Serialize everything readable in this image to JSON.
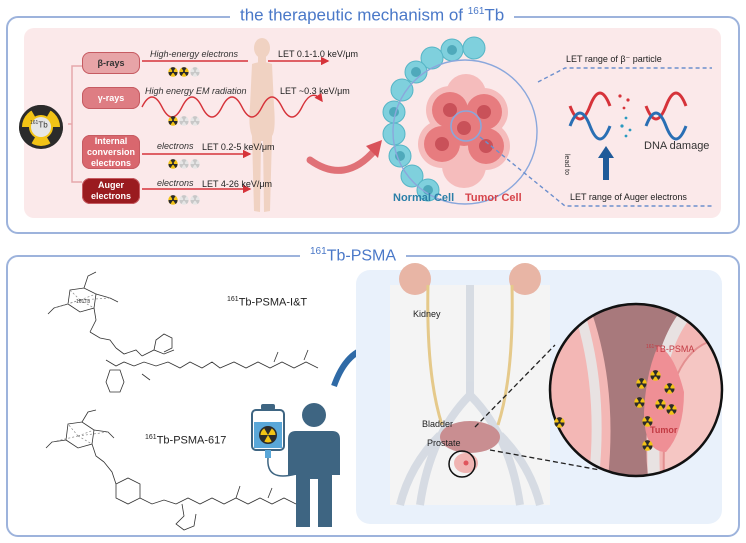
{
  "top_section": {
    "title_prefix": "the therapeutic mechanism of ",
    "title_sup": "161",
    "title_suffix": "Tb",
    "source_badge": {
      "sup": "161",
      "text": "Tb"
    },
    "emissions": [
      {
        "label": "β-rays",
        "particle": "High-energy electrons",
        "let": "LET 0.1-1.0 keV/μm",
        "radiation_level": 2,
        "radiation_max": 3
      },
      {
        "label": "γ-rays",
        "particle": "High energy EM radiation",
        "let": "LET ~0.3 keV/μm",
        "radiation_level": 1,
        "radiation_max": 3
      },
      {
        "label": "Internal conversion electrons",
        "particle": "electrons",
        "let": "LET 0.2-5 keV/μm",
        "radiation_level": 1,
        "radiation_max": 3
      },
      {
        "label": "Auger electrons",
        "particle": "electrons",
        "let": "LET 4-26 keV/μm",
        "radiation_level": 1,
        "radiation_max": 3
      }
    ],
    "cell_labels": {
      "normal": "Normal Cell",
      "tumor": "Tumor Cell"
    },
    "range_labels": {
      "beta": "LET range of β⁻ particle",
      "auger": "LET range of Auger electrons"
    },
    "dna": {
      "arrow_label": "lead to",
      "result": "DNA damage"
    }
  },
  "bottom_section": {
    "title_sup": "161",
    "title_text": "Tb-PSMA",
    "compounds": [
      {
        "sup": "161",
        "name": "Tb-PSMA-I&T"
      },
      {
        "sup": "161",
        "name": "Tb-PSMA-617"
      }
    ],
    "chelate_label": "161Tb",
    "anatomy_labels": {
      "kidney": "Kidney",
      "bladder": "Bladder",
      "prostate": "Prostate"
    },
    "zoom_labels": {
      "agent_sup": "161",
      "agent": "TB-PSMA",
      "tumor": "Tumor"
    }
  },
  "colors": {
    "frame": "#9db3dc",
    "title": "#4a78c8",
    "beta": "#e7a4a7",
    "gamma": "#de7d83",
    "ice": "#d9676e",
    "auger": "#9a1b1f",
    "arrow": "#d6333a",
    "normal_cell": "#2b7fa8",
    "tumor_cell": "#d6434a",
    "patient": "#3e6582",
    "dna_red": "#d6333a",
    "dna_blue": "#2a6fb4"
  }
}
